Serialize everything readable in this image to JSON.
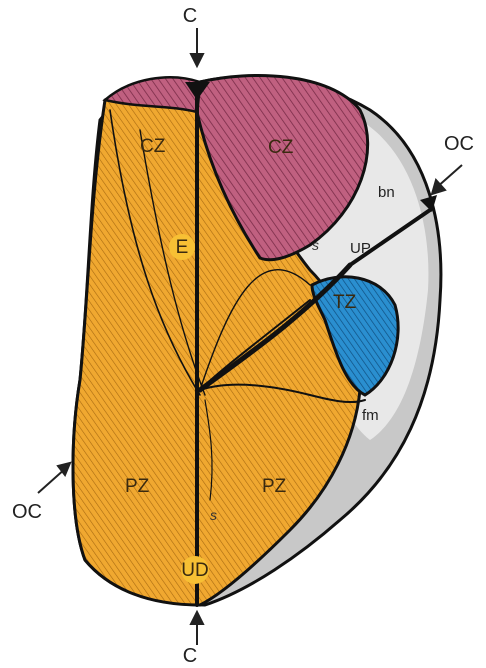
{
  "labels": {
    "c_top": "C",
    "c_bottom": "C",
    "oc_left": "OC",
    "oc_right": "OC",
    "cz_left": "CZ",
    "cz_right": "CZ",
    "pz_left": "PZ",
    "pz_right": "PZ",
    "tz": "TZ",
    "e": "E",
    "ud": "UD",
    "up": "UP",
    "bn": "bn",
    "fm": "fm",
    "s_upper": "s",
    "s_lower": "s"
  },
  "colors": {
    "central_zone": "#c06080",
    "peripheral_zone": "#f0a830",
    "transition_zone": "#2a8fd0",
    "fibromuscular": "#bfbfbf",
    "stroma_light": "#e6e6e6",
    "outline": "#111111"
  }
}
